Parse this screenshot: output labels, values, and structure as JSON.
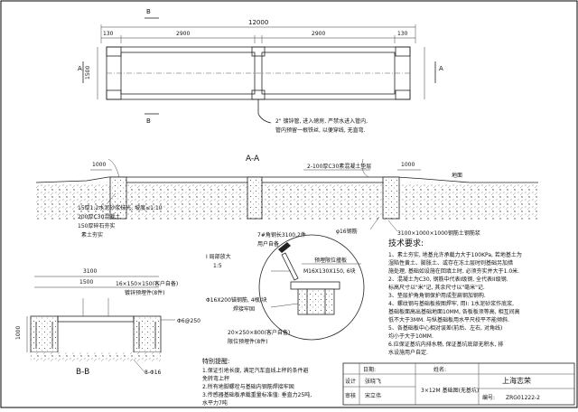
{
  "plan": {
    "overall_dim": "12000",
    "left_dim": "130",
    "mid_dim": "2900",
    "right_dim": "130",
    "width_dim": "1500",
    "section_mark_A": "A",
    "section_mark_B": "B"
  },
  "note_pipe": {
    "line1": "2\" 镀锌管, 进入磅房, 严禁水进入管内,",
    "line2": "管内预留一根铁丝, 以便穿线, 无直弯."
  },
  "section_aa": {
    "title": "A-A",
    "label_top": "2-100厚C30素混凝土垫层",
    "dim_left": "1000",
    "dim_right": "1000",
    "slab_label": "地面",
    "rebar_label": "φ16钢筋",
    "pit_label": "3100×1000×1000钢筋土钢筋浆",
    "notes": [
      "15厚1:2水泥砂浆抹光, 坡度≤1:10",
      "200厚C30混凝土",
      "150厚碎石夯实",
      "素土夯实"
    ]
  },
  "detail_anchor": {
    "label_top": "7#角钢长3100,2件",
    "label_top2": "用户自备",
    "label_mid": "I 局部放大",
    "label_mid2": "1:5",
    "embed_label": "预埋限位撞板",
    "bolt_label": "M16X130X150, 6块",
    "base_label": "Φ16X200锚钢筋, 4根/块",
    "weld_label": "焊接牢固",
    "plate_label": "20×250×800(客户自备)",
    "plate_label2": "限位预埋件(8件)"
  },
  "section_bb": {
    "title": "B-B",
    "dim_top": "3100",
    "dim_width": "1500",
    "plate_label": "16×150×150(客户自备)",
    "plate_label2": "镀锌预埋件(8件)",
    "rebar1": "Φ6@250",
    "rebar2": "8-Φ16",
    "dim_h": "1000"
  },
  "requirements": {
    "title": "技术要求:",
    "items": [
      "1、素土夯实, 地基允许承载力大于100KPa, 若地基土为",
      "   湿陷性黄土、膨胀土、或存在冻土层时则基础另加措",
      "   施处理, 基础如设施在回填土时, 必须夯实并大于1.0米.",
      "2、混凝土为C30, 钢筋中代表I级钢, 全代表II级钢.",
      "   标高尺寸以\"米\"记, 其余尺寸以\"毫米\"记.",
      "3、垫层护角角钢保护用成型扁钢加钢构.",
      "4、螺纹钢与基础板按图焊牢, 用I: 1水泥砂浆作底浆,",
      "   基础板面高出基础地面10MM, 各板板须等高, 相互间高",
      "   低不大于3MM. 与纵基础板用水平尺校平不能倾斜.",
      "5、各基础板中心相对误差(前后、左右, 对角线)",
      "   均小于大于10MM.",
      "6.应保证基坑内排水畅, 保证基坑底部无积水, 排",
      "   水设施用户自定."
    ]
  },
  "special_notes": {
    "title": "特别提醒:",
    "items": [
      "1.保证引地长度, 满足汽车直线上秤的条件避",
      "  免转弯上秤",
      "2.所有地脚螺栓与基础内钢筋焊接牢固",
      "3.传感器基础板承载重量标准值: 垂直力25吨,",
      "  水平力7吨"
    ]
  },
  "title_block": {
    "design_label": "设计",
    "design_name": "张晓飞",
    "check_label": "审核",
    "check_name": "宋立伟",
    "date_label": "日期:",
    "name_label": "姓名:",
    "drawing_title": "3×12M 基础图(无基坑)",
    "company": "上海志荣",
    "number_label": "编号:",
    "number": "ZRG01222-2"
  }
}
